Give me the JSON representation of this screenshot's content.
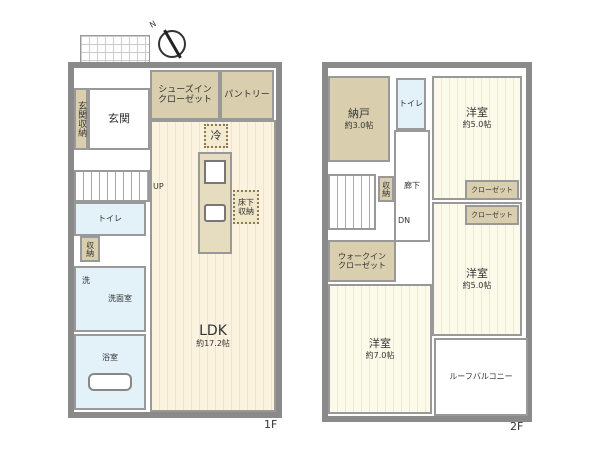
{
  "floor1": {
    "label": "1F",
    "rooms": {
      "shoe_closet": "シューズイン\nクローゼット",
      "pantry": "パントリー",
      "genkan": "玄関",
      "genkan_storage": "玄関収納",
      "fridge": "冷",
      "underfloor": "床下\n収納",
      "ldk": "LDK",
      "ldk_size": "約17.2帖",
      "up": "UP",
      "toilet": "トイレ",
      "storage": "収納",
      "wash": "洗",
      "washroom": "洗面室",
      "bath": "浴室"
    }
  },
  "floor2": {
    "label": "2F",
    "rooms": {
      "nando": "納戸",
      "nando_size": "約3.0帖",
      "toilet": "トイレ",
      "bed1": "洋室",
      "bed1_size": "約5.0帖",
      "hall": "廊下",
      "storage": "収納",
      "dn": "DN",
      "closet1": "クローゼット",
      "closet2": "クローゼット",
      "wic": "ウォークイン\nクローゼット",
      "bed2": "洋室",
      "bed2_size": "約5.0帖",
      "bed3": "洋室",
      "bed3_size": "約7.0帖",
      "balcony": "ルーフバルコニー"
    }
  },
  "compass": "N"
}
